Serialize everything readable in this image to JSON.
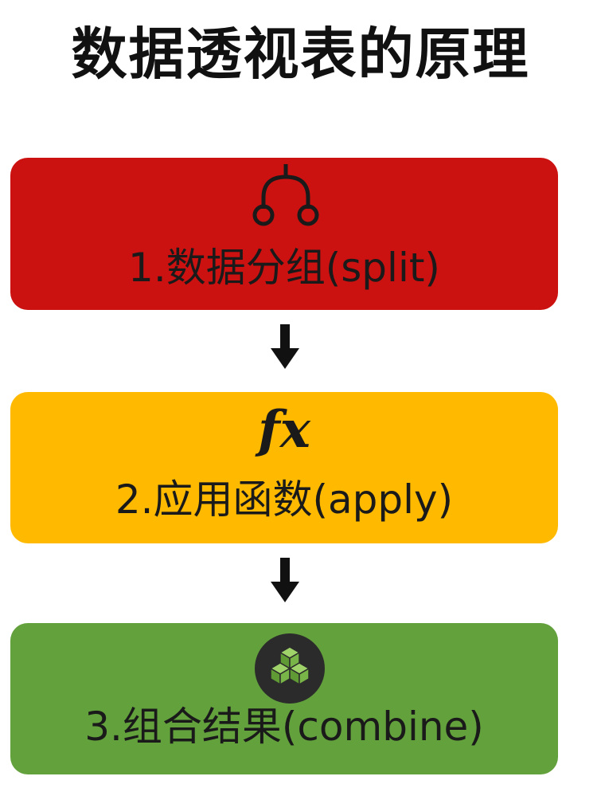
{
  "title": "数据透视表的原理",
  "steps": [
    {
      "label": "1.数据分组(split)",
      "icon": "split-icon",
      "color": "#cc1111"
    },
    {
      "label": "2.应用函数(apply)",
      "icon": "fx-icon",
      "icon_text": "fx",
      "color": "#ffba00"
    },
    {
      "label": "3.组合结果(combine)",
      "icon": "cubes-icon",
      "color": "#63a13c"
    }
  ],
  "arrows": [
    "arrow-down-icon",
    "arrow-down-icon"
  ]
}
